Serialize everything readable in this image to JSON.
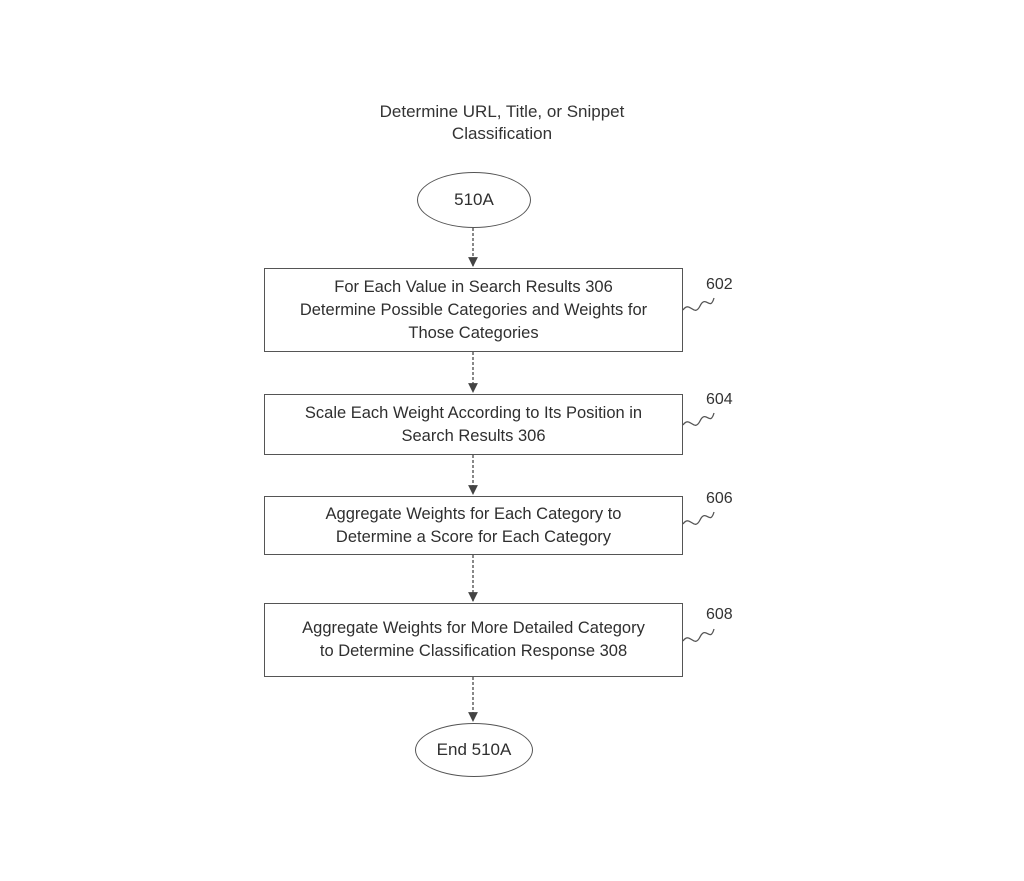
{
  "heading": {
    "line1": "Determine URL, Title, or Snippet",
    "line2": "Classification"
  },
  "nodes": {
    "start": {
      "label": "510A"
    },
    "step602": {
      "lines": [
        "For Each Value in Search Results 306",
        "Determine Possible Categories and Weights for",
        "Those Categories"
      ],
      "ref": "602"
    },
    "step604": {
      "lines": [
        "Scale Each Weight According to Its Position in",
        "Search Results 306"
      ],
      "ref": "604"
    },
    "step606": {
      "lines": [
        "Aggregate Weights for Each Category to",
        "Determine a Score for Each Category"
      ],
      "ref": "606"
    },
    "step608": {
      "lines": [
        "Aggregate Weights for More Detailed Category",
        "to Determine Classification Response 308"
      ],
      "ref": "608"
    },
    "end": {
      "label": "End 510A"
    }
  }
}
